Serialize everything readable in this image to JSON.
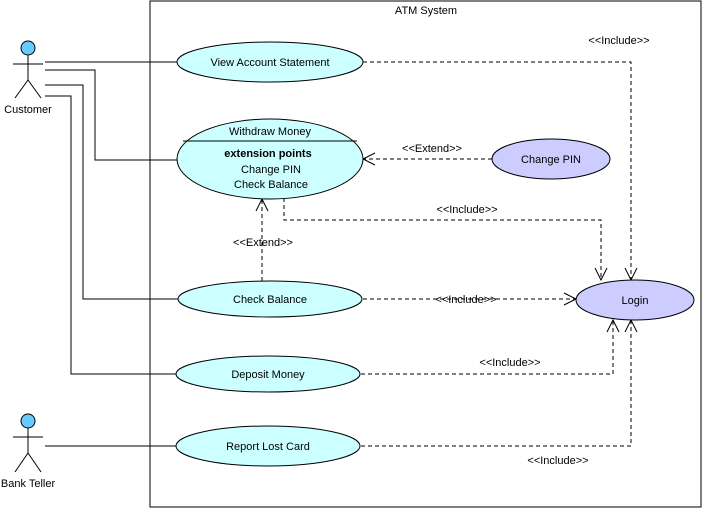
{
  "system": {
    "title": "ATM System"
  },
  "actors": {
    "customer": {
      "label": "Customer"
    },
    "bank_teller": {
      "label": "Bank Teller"
    }
  },
  "use_cases": {
    "view_account_statement": "View Account Statement",
    "withdraw_money": {
      "title": "Withdraw Money",
      "extension_header": "extension points",
      "extension_points": [
        "Change PIN",
        "Check Balance"
      ]
    },
    "change_pin": "Change PIN",
    "check_balance": "Check Balance",
    "login": "Login",
    "deposit_money": "Deposit Money",
    "report_lost_card": "Report Lost Card"
  },
  "relations": {
    "include_view_login": "<<Include>>",
    "include_withdraw_login": "<<Include>>",
    "include_check_login": "<<Include>>",
    "include_deposit_login": "<<Include>>",
    "include_report_login": "<<Include>>",
    "extend_changepin_withdraw": "<<Extend>>",
    "extend_check_withdraw": "<<Extend>>"
  },
  "colors": {
    "use_case_fill": "#ccffff",
    "login_fill": "#ccccff",
    "actor_head": "#66ccff"
  }
}
